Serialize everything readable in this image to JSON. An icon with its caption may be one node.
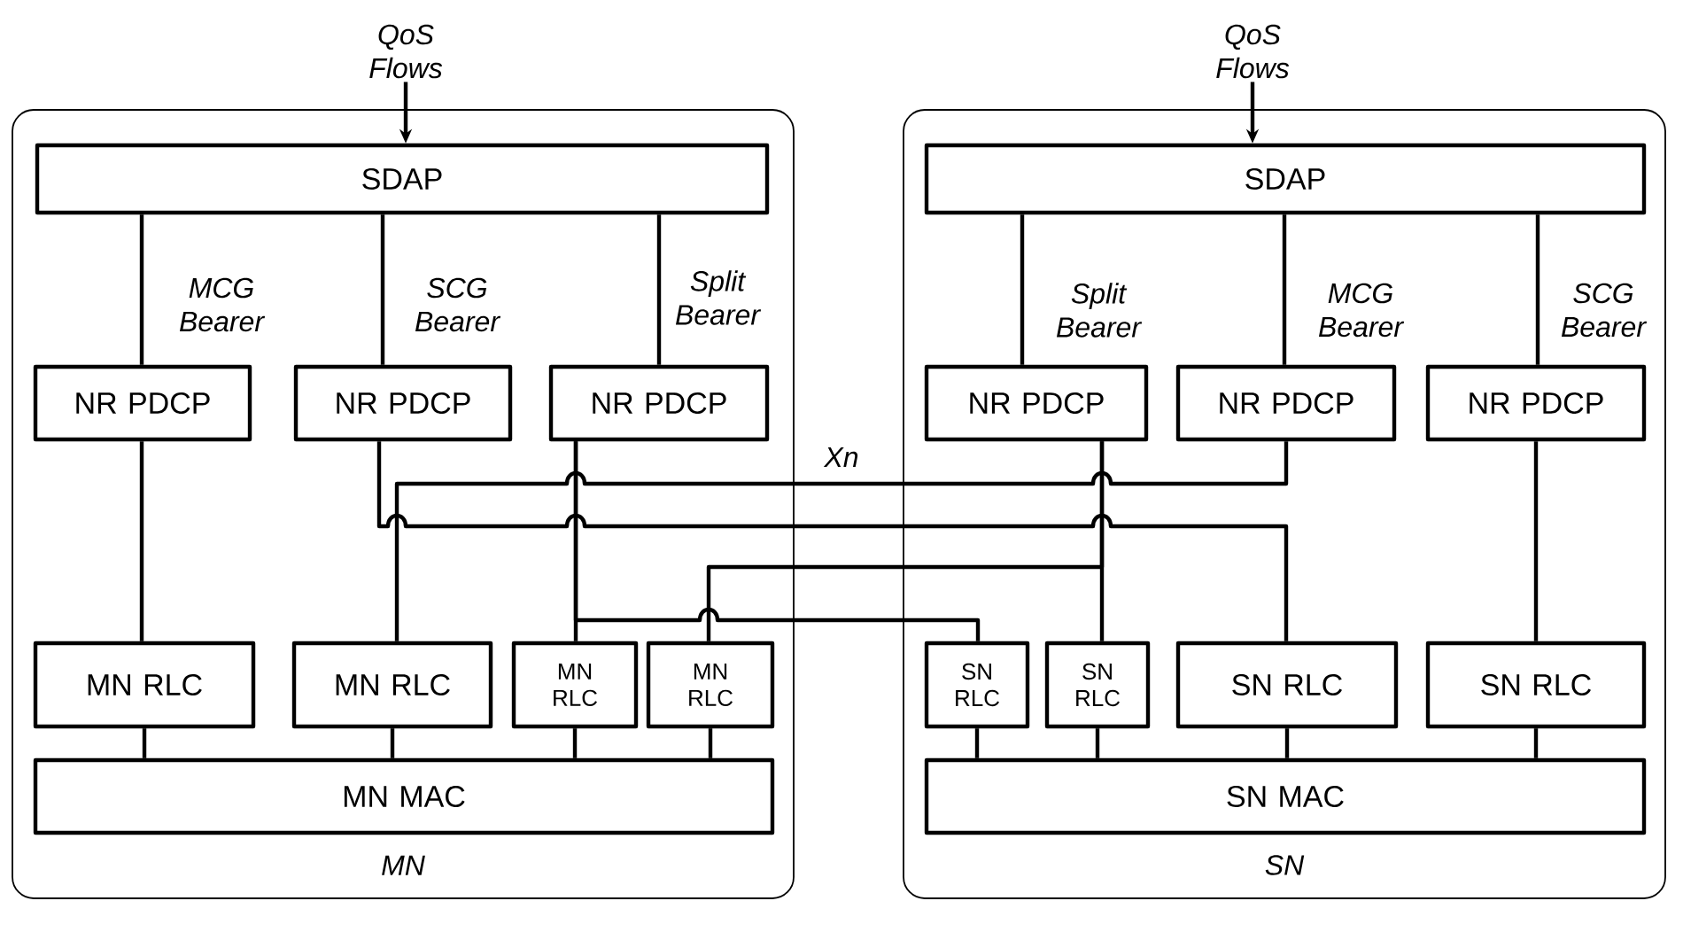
{
  "diagram": {
    "nodes": [
      {
        "text": [
          "MN"
        ]
      },
      {
        "text": [
          "SN"
        ]
      },
      {
        "text": [
          "QoS Flows"
        ]
      },
      {
        "text": [
          "QoS Flows"
        ]
      },
      {
        "text": [
          "SDAP"
        ],
        "in": 0
      },
      {
        "text": [
          "NR PDCP"
        ],
        "in": 0
      },
      {
        "text": [
          "NR PDCP"
        ],
        "in": 0
      },
      {
        "text": [
          "NR PDCP"
        ],
        "in": 0
      },
      {
        "text": [
          "MN RLC"
        ],
        "in": 0
      },
      {
        "text": [
          "MN RLC"
        ],
        "in": 0
      },
      {
        "text": [
          "MN RLC"
        ],
        "in": 0
      },
      {
        "text": [
          "MN RLC"
        ],
        "in": 0
      },
      {
        "text": [
          "MN MAC"
        ],
        "in": 0
      },
      {
        "text": [
          "SDAP"
        ],
        "in": 1
      },
      {
        "text": [
          "NR PDCP"
        ],
        "in": 1
      },
      {
        "text": [
          "NR PDCP"
        ],
        "in": 1
      },
      {
        "text": [
          "NR PDCP"
        ],
        "in": 1
      },
      {
        "text": [
          "SN RLC"
        ],
        "in": 1
      },
      {
        "text": [
          "SN RLC"
        ],
        "in": 1
      },
      {
        "text": [
          "SN RLC"
        ],
        "in": 1
      },
      {
        "text": [
          "SN RLC"
        ],
        "in": 1
      },
      {
        "text": [
          "SN MAC"
        ],
        "in": 1
      }
    ],
    "edges": [
      {
        "from": 2,
        "to": 4,
        "arrow": "to"
      },
      {
        "from": 3,
        "to": 13,
        "arrow": "to"
      },
      {
        "from": 4,
        "to": 5,
        "arrow": "none",
        "label": "MCG Bearer"
      },
      {
        "from": 4,
        "to": 6,
        "arrow": "none",
        "label": "SCG Bearer"
      },
      {
        "from": 4,
        "to": 7,
        "arrow": "none",
        "label": "Split Bearer"
      },
      {
        "from": 13,
        "to": 14,
        "arrow": "none",
        "label": "Split Bearer"
      },
      {
        "from": 13,
        "to": 15,
        "arrow": "none",
        "label": "MCG Bearer"
      },
      {
        "from": 13,
        "to": 16,
        "arrow": "none",
        "label": "SCG Bearer"
      },
      {
        "from": 5,
        "to": 8,
        "arrow": "none"
      },
      {
        "from": 6,
        "to": 19,
        "arrow": "none"
      },
      {
        "from": 7,
        "to": 10,
        "arrow": "none"
      },
      {
        "from": 7,
        "to": 17,
        "arrow": "none"
      },
      {
        "from": 15,
        "to": 9,
        "arrow": "none"
      },
      {
        "from": 14,
        "to": 18,
        "arrow": "none"
      },
      {
        "from": 14,
        "to": 11,
        "arrow": "none"
      },
      {
        "from": 16,
        "to": 20,
        "arrow": "none"
      },
      {
        "from": 8,
        "to": 12,
        "arrow": "none"
      },
      {
        "from": 9,
        "to": 12,
        "arrow": "none"
      },
      {
        "from": 10,
        "to": 12,
        "arrow": "none"
      },
      {
        "from": 11,
        "to": 12,
        "arrow": "none"
      },
      {
        "from": 17,
        "to": 21,
        "arrow": "none"
      },
      {
        "from": 18,
        "to": 21,
        "arrow": "none"
      },
      {
        "from": 19,
        "to": 21,
        "arrow": "none"
      },
      {
        "from": 20,
        "to": 21,
        "arrow": "none"
      }
    ],
    "labels": [
      "Xn"
    ]
  }
}
